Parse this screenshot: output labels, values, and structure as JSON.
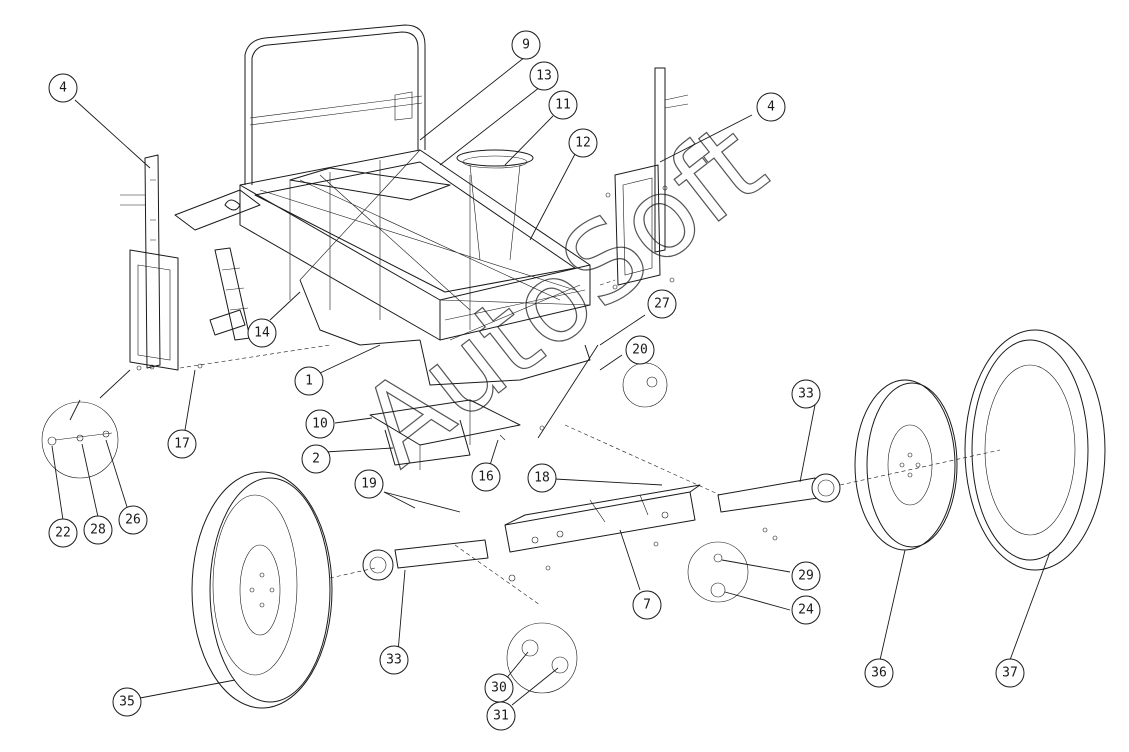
{
  "watermark": "AutoSoft",
  "callouts": [
    {
      "id": "c-4a",
      "label": "4"
    },
    {
      "id": "c-9",
      "label": "9"
    },
    {
      "id": "c-13",
      "label": "13"
    },
    {
      "id": "c-11",
      "label": "11"
    },
    {
      "id": "c-12",
      "label": "12"
    },
    {
      "id": "c-4b",
      "label": "4"
    },
    {
      "id": "c-14",
      "label": "14"
    },
    {
      "id": "c-1",
      "label": "1"
    },
    {
      "id": "c-27",
      "label": "27"
    },
    {
      "id": "c-20",
      "label": "20"
    },
    {
      "id": "c-17",
      "label": "17"
    },
    {
      "id": "c-10",
      "label": "10"
    },
    {
      "id": "c-2",
      "label": "2"
    },
    {
      "id": "c-16",
      "label": "16"
    },
    {
      "id": "c-18",
      "label": "18"
    },
    {
      "id": "c-33a",
      "label": "33"
    },
    {
      "id": "c-19",
      "label": "19"
    },
    {
      "id": "c-22",
      "label": "22"
    },
    {
      "id": "c-28",
      "label": "28"
    },
    {
      "id": "c-26",
      "label": "26"
    },
    {
      "id": "c-7",
      "label": "7"
    },
    {
      "id": "c-29",
      "label": "29"
    },
    {
      "id": "c-24",
      "label": "24"
    },
    {
      "id": "c-33b",
      "label": "33"
    },
    {
      "id": "c-30",
      "label": "30"
    },
    {
      "id": "c-31",
      "label": "31"
    },
    {
      "id": "c-35",
      "label": "35"
    },
    {
      "id": "c-36",
      "label": "36"
    },
    {
      "id": "c-37",
      "label": "37"
    }
  ]
}
